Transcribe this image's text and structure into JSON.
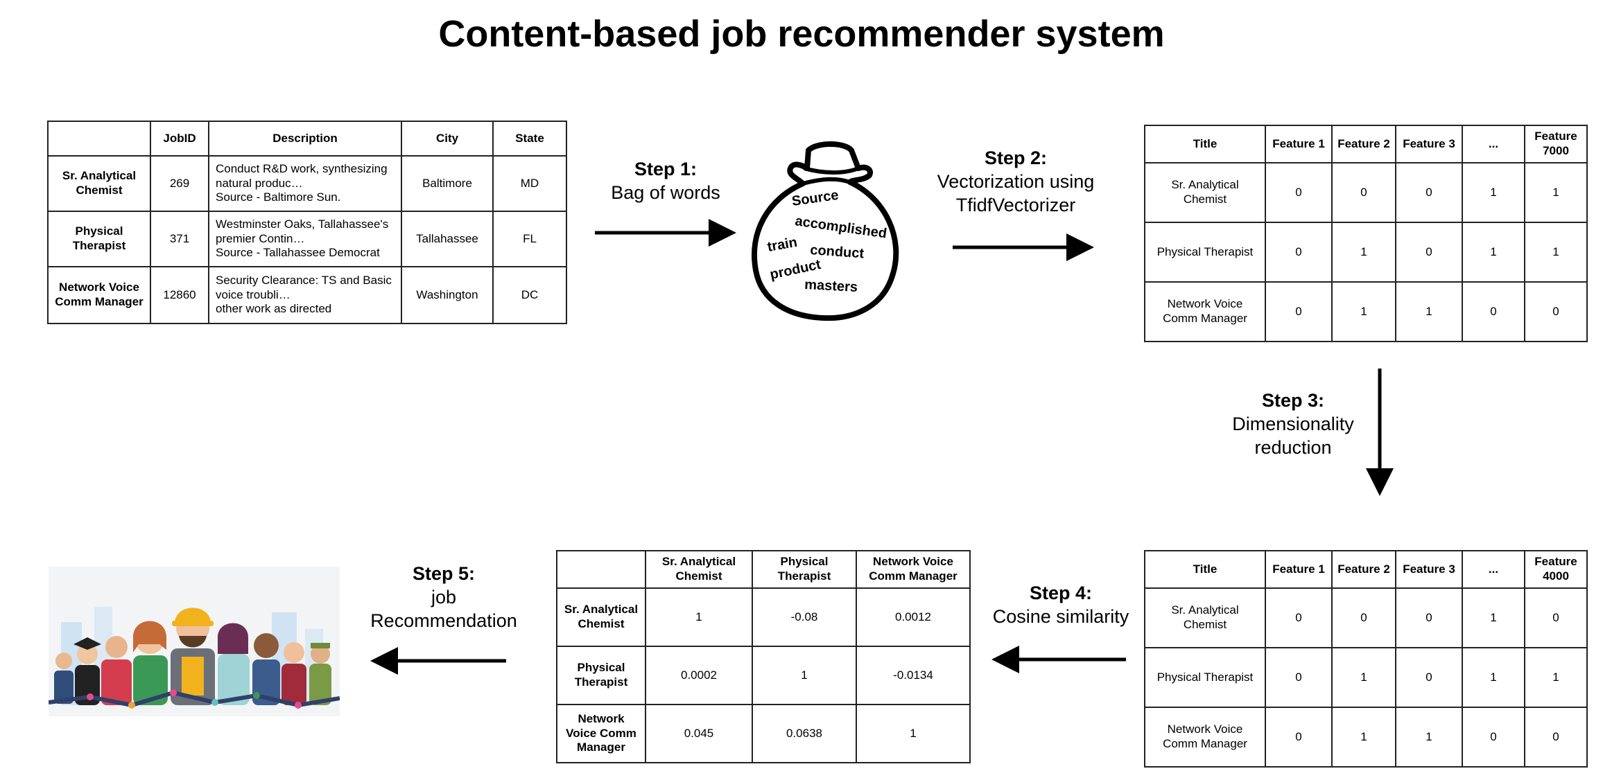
{
  "title": "Content-based job recommender system",
  "raw_table": {
    "headers": [
      "",
      "JobID",
      "Description",
      "City",
      "State"
    ],
    "rows": [
      {
        "title": "Sr. Analytical Chemist",
        "id": "269",
        "desc": [
          "Conduct R&D work, synthesizing",
          "natural produc…",
          "Source - Baltimore Sun."
        ],
        "city": "Baltimore",
        "state": "MD"
      },
      {
        "title": "Physical Therapist",
        "id": "371",
        "desc": [
          "Westminster Oaks, Tallahassee's",
          "premier Contin…",
          "Source - Tallahassee Democrat"
        ],
        "city": "Tallahassee",
        "state": "FL"
      },
      {
        "title": "Network Voice Comm Manager",
        "id": "12860",
        "desc": [
          "Security Clearance: TS and Basic",
          "voice troubli…",
          "other work as directed"
        ],
        "city": "Washington",
        "state": "DC"
      }
    ]
  },
  "steps": {
    "s1": {
      "label": "Step 1:",
      "text": "Bag of words"
    },
    "s2": {
      "label": "Step 2:",
      "text1": "Vectorization using",
      "text2": "TfidfVectorizer"
    },
    "s3": {
      "label": "Step 3:",
      "text1": "Dimensionality",
      "text2": "reduction"
    },
    "s4": {
      "label": "Step 4:",
      "text": "Cosine similarity"
    },
    "s5": {
      "label": "Step 5:",
      "text1": "job",
      "text2": "Recommendation"
    }
  },
  "bag_words": [
    "Source",
    "accomplished",
    "train",
    "conduct",
    "product",
    "masters"
  ],
  "tfidf_table": {
    "headers": [
      "Title",
      "Feature 1",
      "Feature 2",
      "Feature 3",
      "...",
      "Feature 7000"
    ],
    "rows": [
      {
        "title": "Sr. Analytical Chemist",
        "vals": [
          "0",
          "0",
          "0",
          "1",
          "1"
        ]
      },
      {
        "title": "Physical Therapist",
        "vals": [
          "0",
          "1",
          "0",
          "1",
          "1"
        ]
      },
      {
        "title": "Network Voice Comm Manager",
        "vals": [
          "0",
          "1",
          "1",
          "0",
          "0"
        ]
      }
    ]
  },
  "reduced_table": {
    "headers": [
      "Title",
      "Feature 1",
      "Feature 2",
      "Feature 3",
      "...",
      "Feature 4000"
    ],
    "rows": [
      {
        "title": "Sr. Analytical Chemist",
        "vals": [
          "0",
          "0",
          "0",
          "1",
          "0"
        ]
      },
      {
        "title": "Physical Therapist",
        "vals": [
          "0",
          "1",
          "0",
          "1",
          "1"
        ]
      },
      {
        "title": "Network Voice Comm Manager",
        "vals": [
          "0",
          "1",
          "1",
          "0",
          "0"
        ]
      }
    ]
  },
  "cosine_table": {
    "headers": [
      "",
      "Sr. Analytical Chemist",
      "Physical Therapist",
      "Network Voice Comm Manager"
    ],
    "rows": [
      {
        "title": "Sr. Analytical Chemist",
        "vals": [
          "1",
          "-0.08",
          "0.0012"
        ]
      },
      {
        "title": "Physical Therapist",
        "vals": [
          "0.0002",
          "1",
          "-0.0134"
        ]
      },
      {
        "title": "Network Voice Comm Manager",
        "vals": [
          "0.045",
          "0.0638",
          "1"
        ]
      }
    ]
  }
}
